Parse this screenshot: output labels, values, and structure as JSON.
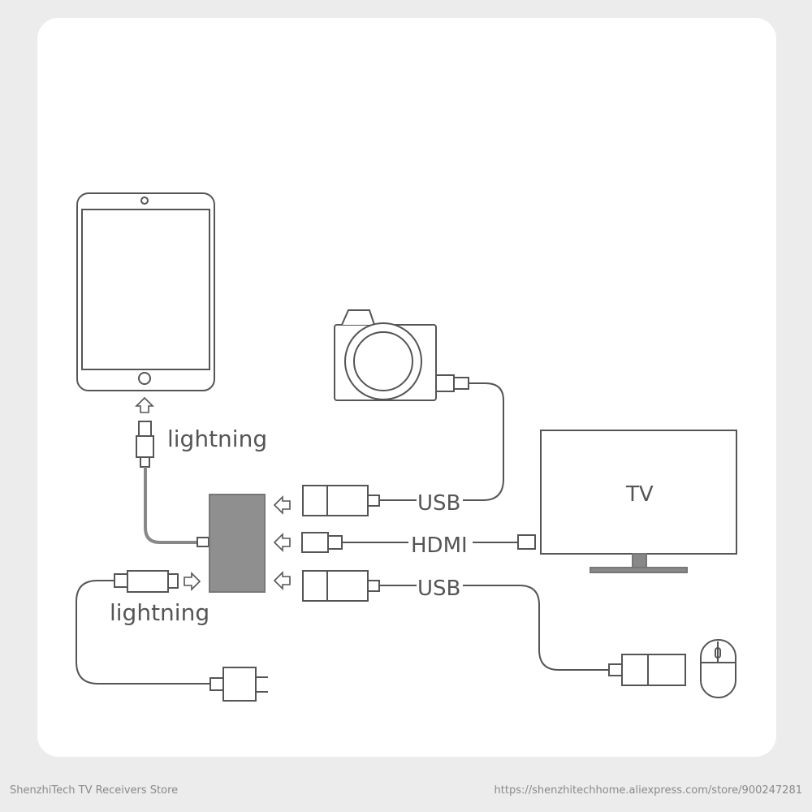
{
  "diagram": {
    "labels": {
      "lightning_top": "lightning",
      "lightning_bottom": "lightning",
      "usb_camera": "USB",
      "hdmi": "HDMI",
      "usb_mouse": "USB",
      "tv": "TV"
    },
    "icons": [
      "tablet-icon",
      "camera-icon",
      "tv-icon",
      "mouse-icon",
      "power-adapter-icon",
      "hub-adapter-icon"
    ]
  },
  "footer": {
    "store_name": "ShenzhiTech TV Receivers Store",
    "store_url": "https://shenzhitechhome.aliexpress.com/store/900247281"
  },
  "colors": {
    "line": "#555555",
    "hub": "#8f8f8f",
    "background": "#ececec",
    "card": "#ffffff"
  }
}
